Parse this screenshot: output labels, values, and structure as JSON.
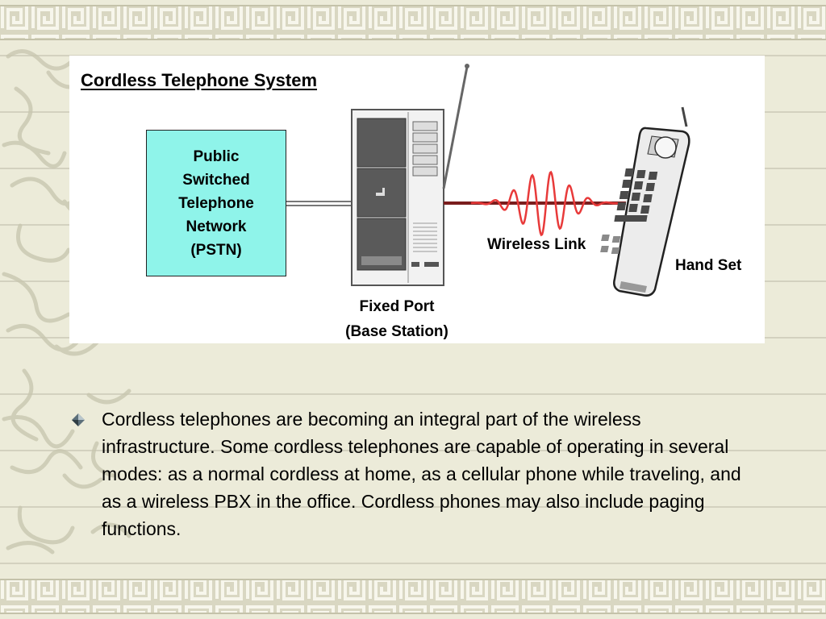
{
  "diagram": {
    "title": "Cordless Telephone System",
    "pstn_lines": [
      "Public",
      "Switched",
      "Telephone",
      "Network",
      "(PSTN)"
    ],
    "wireless_label": "Wireless Link",
    "handset_label": "Hand Set",
    "base_station_lines": [
      "Fixed Port",
      "(Base Station)"
    ]
  },
  "bullet": {
    "text": "Cordless telephones are becoming an integral part of the wireless infrastructure. Some cordless telephones are capable of operating in several modes: as a normal cordless at home, as a cellular phone while traveling, and as a wireless PBX in the office. Cordless phones may also include paging functions."
  },
  "colors": {
    "background": "#ecebd9",
    "pstn_fill": "#8ff4ea",
    "wave": "#e83a3a",
    "link_line": "#7a1d1d"
  },
  "icons": {
    "bullet": "diamond-bullet-icon",
    "antenna": "antenna-icon",
    "handset": "cordless-handset-icon",
    "base_station": "base-station-icon"
  }
}
